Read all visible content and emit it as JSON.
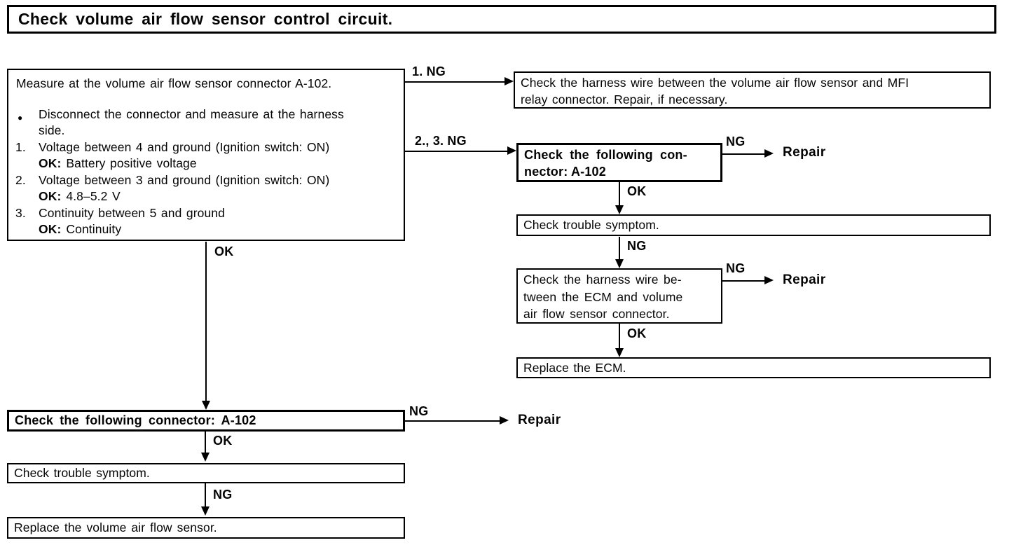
{
  "colors": {
    "ink": "#000000",
    "paper": "#ffffff"
  },
  "title": "Check volume air flow sensor control circuit.",
  "labels": {
    "ok": "OK",
    "ng": "NG",
    "ng_1": "1. NG",
    "ng_23": "2., 3. NG",
    "repair": "Repair"
  },
  "measure_box": {
    "intro": "Measure at the volume air flow sensor connector A-102.",
    "bullet_marker": "●",
    "bullet_line1": "Disconnect the connector and measure at the harness",
    "bullet_line2": "side.",
    "steps": [
      {
        "num": "1.",
        "text": "Voltage between 4 and ground (Ignition switch: ON)",
        "ok_label": "OK:",
        "ok_value": "Battery positive voltage"
      },
      {
        "num": "2.",
        "text": "Voltage between 3 and ground (Ignition switch: ON)",
        "ok_label": "OK:",
        "ok_value": "4.8–5.2 V"
      },
      {
        "num": "3.",
        "text": "Continuity between 5 and ground",
        "ok_label": "OK:",
        "ok_value": "Continuity"
      }
    ]
  },
  "nodes": {
    "harness_mfi_line1": "Check the harness wire between the volume air flow sensor and MFI",
    "harness_mfi_line2": "relay connector. Repair, if necessary.",
    "connector_mid_line1": "Check the following con-",
    "connector_mid_line2": "nector: A-102",
    "trouble_right": "Check trouble symptom.",
    "harness_ecm_line1": "Check the harness wire be-",
    "harness_ecm_line2": "tween the ECM and volume",
    "harness_ecm_line3": "air flow sensor connector.",
    "replace_ecm": "Replace the ECM.",
    "connector_bottom": "Check the following connector: A-102",
    "trouble_bottom": "Check trouble symptom.",
    "replace_sensor": "Replace the volume air flow sensor."
  }
}
